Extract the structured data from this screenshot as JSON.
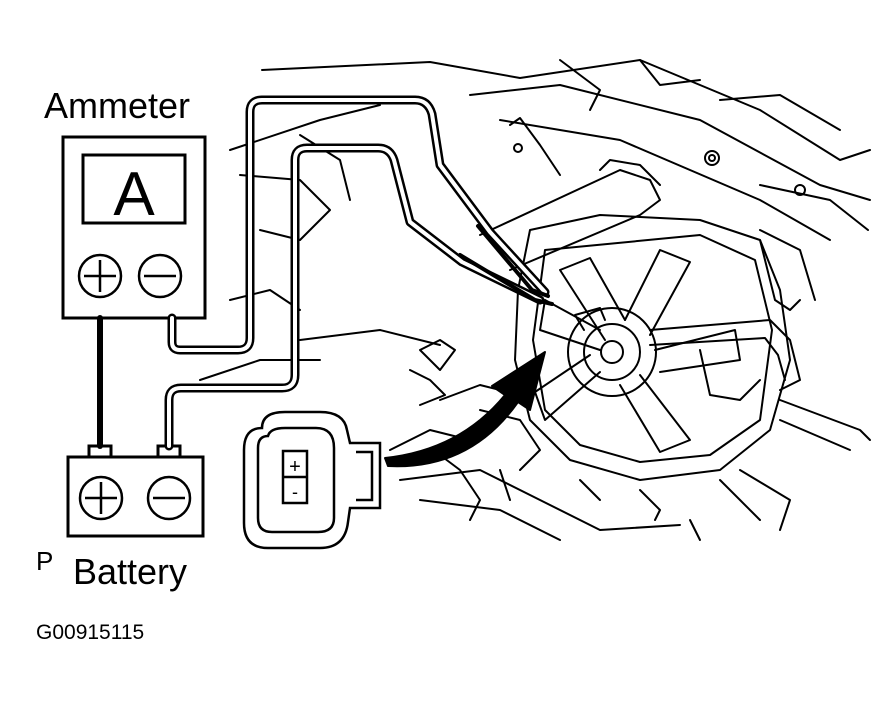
{
  "labels": {
    "ammeter": "Ammeter",
    "meter_face": "A",
    "battery": "Battery",
    "battery_terminal_marker": "P",
    "figure_id": "G00915115",
    "connector_plus": "+",
    "connector_minus": "-"
  },
  "colors": {
    "ink": "#000000",
    "paper": "#ffffff"
  },
  "icons": [
    "plus-icon",
    "minus-icon"
  ]
}
